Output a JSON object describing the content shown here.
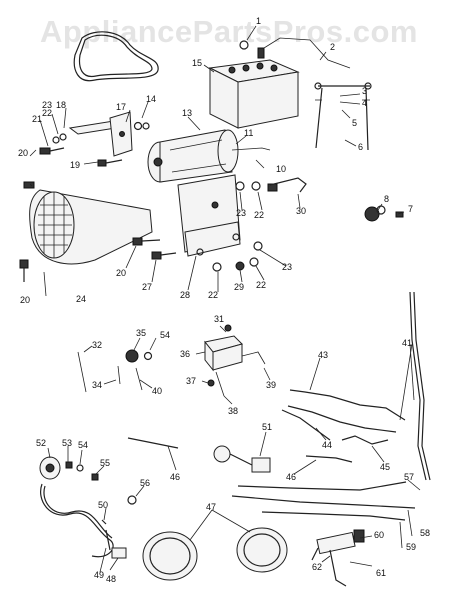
{
  "watermark": "AppliancePartsPros.com",
  "callouts": [
    {
      "id": "c1",
      "text": "1"
    },
    {
      "id": "c2",
      "text": "2"
    },
    {
      "id": "c3",
      "text": "3"
    },
    {
      "id": "c4",
      "text": "4"
    },
    {
      "id": "c5",
      "text": "5"
    },
    {
      "id": "c6",
      "text": "6"
    },
    {
      "id": "c7",
      "text": "7"
    },
    {
      "id": "c8",
      "text": "8"
    },
    {
      "id": "c10",
      "text": "10"
    },
    {
      "id": "c11",
      "text": "11"
    },
    {
      "id": "c13",
      "text": "13"
    },
    {
      "id": "c14",
      "text": "14"
    },
    {
      "id": "c15",
      "text": "15"
    },
    {
      "id": "c17",
      "text": "17"
    },
    {
      "id": "c18",
      "text": "18"
    },
    {
      "id": "c19",
      "text": "19"
    },
    {
      "id": "c20a",
      "text": "20"
    },
    {
      "id": "c20b",
      "text": "20"
    },
    {
      "id": "c20c",
      "text": "20"
    },
    {
      "id": "c20d",
      "text": "20"
    },
    {
      "id": "c21",
      "text": "21"
    },
    {
      "id": "c22a",
      "text": "22"
    },
    {
      "id": "c22b",
      "text": "22"
    },
    {
      "id": "c22c",
      "text": "22"
    },
    {
      "id": "c22d",
      "text": "22"
    },
    {
      "id": "c23a",
      "text": "23"
    },
    {
      "id": "c23b",
      "text": "23"
    },
    {
      "id": "c23c",
      "text": "23"
    },
    {
      "id": "c24",
      "text": "24"
    },
    {
      "id": "c27",
      "text": "27"
    },
    {
      "id": "c28",
      "text": "28"
    },
    {
      "id": "c29",
      "text": "29"
    },
    {
      "id": "c30",
      "text": "30"
    },
    {
      "id": "c31",
      "text": "31"
    },
    {
      "id": "c32",
      "text": "32"
    },
    {
      "id": "c34",
      "text": "34"
    },
    {
      "id": "c35",
      "text": "35"
    },
    {
      "id": "c36",
      "text": "36"
    },
    {
      "id": "c37",
      "text": "37"
    },
    {
      "id": "c38",
      "text": "38"
    },
    {
      "id": "c39",
      "text": "39"
    },
    {
      "id": "c40",
      "text": "40"
    },
    {
      "id": "c41",
      "text": "41"
    },
    {
      "id": "c43",
      "text": "43"
    },
    {
      "id": "c44",
      "text": "44"
    },
    {
      "id": "c45",
      "text": "45"
    },
    {
      "id": "c46a",
      "text": "46"
    },
    {
      "id": "c46b",
      "text": "46"
    },
    {
      "id": "c47",
      "text": "47"
    },
    {
      "id": "c48",
      "text": "48"
    },
    {
      "id": "c49",
      "text": "49"
    },
    {
      "id": "c50",
      "text": "50"
    },
    {
      "id": "c51",
      "text": "51"
    },
    {
      "id": "c52",
      "text": "52"
    },
    {
      "id": "c53",
      "text": "53"
    },
    {
      "id": "c54a",
      "text": "54"
    },
    {
      "id": "c54b",
      "text": "54"
    },
    {
      "id": "c55",
      "text": "55"
    },
    {
      "id": "c56",
      "text": "56"
    },
    {
      "id": "c57",
      "text": "57"
    },
    {
      "id": "c58",
      "text": "58"
    },
    {
      "id": "c59",
      "text": "59"
    },
    {
      "id": "c60",
      "text": "60"
    },
    {
      "id": "c61",
      "text": "61"
    },
    {
      "id": "c62",
      "text": "62"
    }
  ]
}
